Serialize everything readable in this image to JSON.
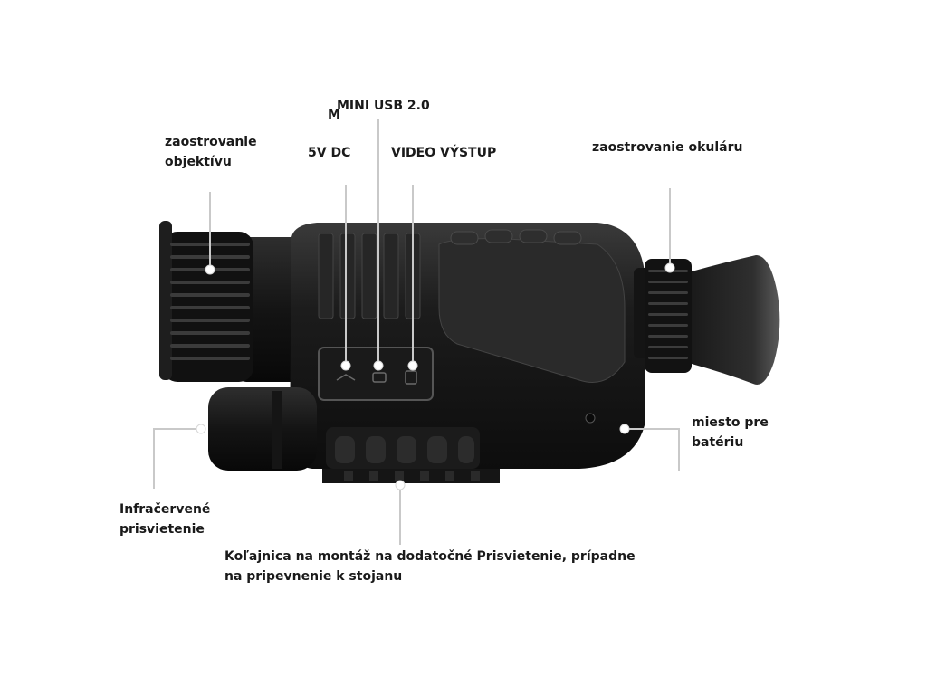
{
  "stray_glyph": "M",
  "labels": {
    "focus_objective": [
      "zaostrovanie",
      "objektívu"
    ],
    "mini_usb": "MINI USB 2.0",
    "dc_5v": "5V DC",
    "video_out": "VIDEO VÝSTUP",
    "eyepiece_focus": "zaostrovanie okuláru",
    "battery": [
      "miesto pre",
      "batériu"
    ],
    "infrared": [
      "Infračervené",
      "prisvietenie"
    ],
    "rail": [
      "Koľajnica na montáž na dodatočné Prisvietenie, prípadne",
      "na pripevnenie k stojanu"
    ]
  }
}
